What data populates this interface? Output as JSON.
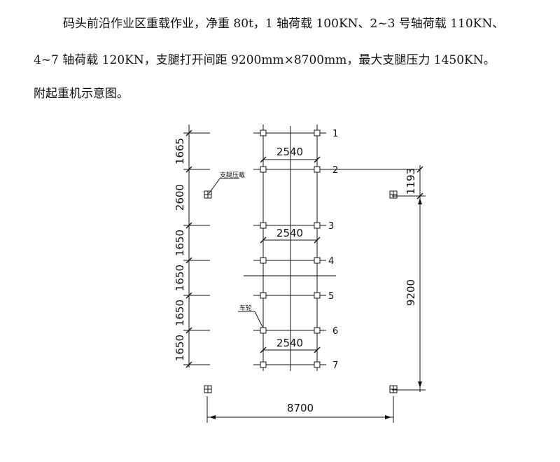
{
  "text": {
    "line1": "码头前沿作业区重载作业，净重 80t，1 轴荷载 100KN、2~3 号轴荷载 110KN、",
    "line2": "4~7 轴荷载 120KN，支腿打开间距 9200mm×8700mm，最大支腿压力 1450KN。",
    "line3": "附起重机示意图。"
  },
  "diagram": {
    "axles": [
      {
        "label": "1"
      },
      {
        "label": "2"
      },
      {
        "label": "3"
      },
      {
        "label": "4"
      },
      {
        "label": "5"
      },
      {
        "label": "6"
      },
      {
        "label": "7"
      }
    ],
    "left_dims": [
      "1665",
      "2600",
      "1650",
      "1650",
      "1650",
      "1650"
    ],
    "track_dims": [
      "2540",
      "2540",
      "2540"
    ],
    "right_dims": [
      "1193",
      "9200"
    ],
    "bottom_dim": "8700",
    "outrigger_label": "支腿压载",
    "wheel_label": "车轮",
    "colors": {
      "line": "#111111",
      "background": "#ffffff"
    }
  }
}
